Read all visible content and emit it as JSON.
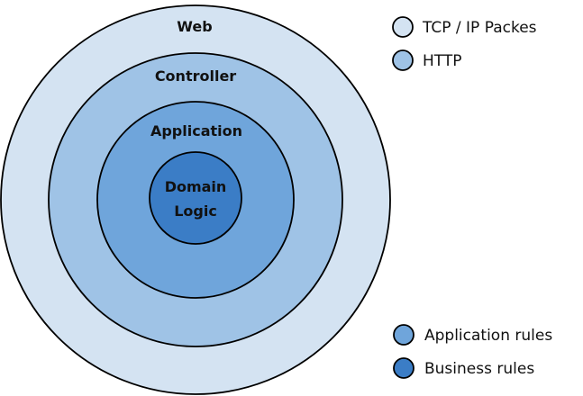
{
  "layers": [
    {
      "id": "web",
      "lines": [
        "Web"
      ],
      "fill": "#d4e3f2"
    },
    {
      "id": "controller",
      "lines": [
        "Controller"
      ],
      "fill": "#9fc3e6"
    },
    {
      "id": "application",
      "lines": [
        "Application"
      ],
      "fill": "#6fa5db"
    },
    {
      "id": "domain",
      "lines": [
        "Domain",
        "Logic"
      ],
      "fill": "#3b7dc6"
    }
  ],
  "legend": [
    {
      "label": "TCP / IP Packes",
      "fill": "#d4e3f2"
    },
    {
      "label": "HTTP",
      "fill": "#9fc3e6"
    },
    {
      "label": "Application rules",
      "fill": "#6fa5db"
    },
    {
      "label": "Business rules",
      "fill": "#3b7dc6"
    }
  ],
  "colors": {
    "stroke": "#000000",
    "text": "#111111"
  }
}
